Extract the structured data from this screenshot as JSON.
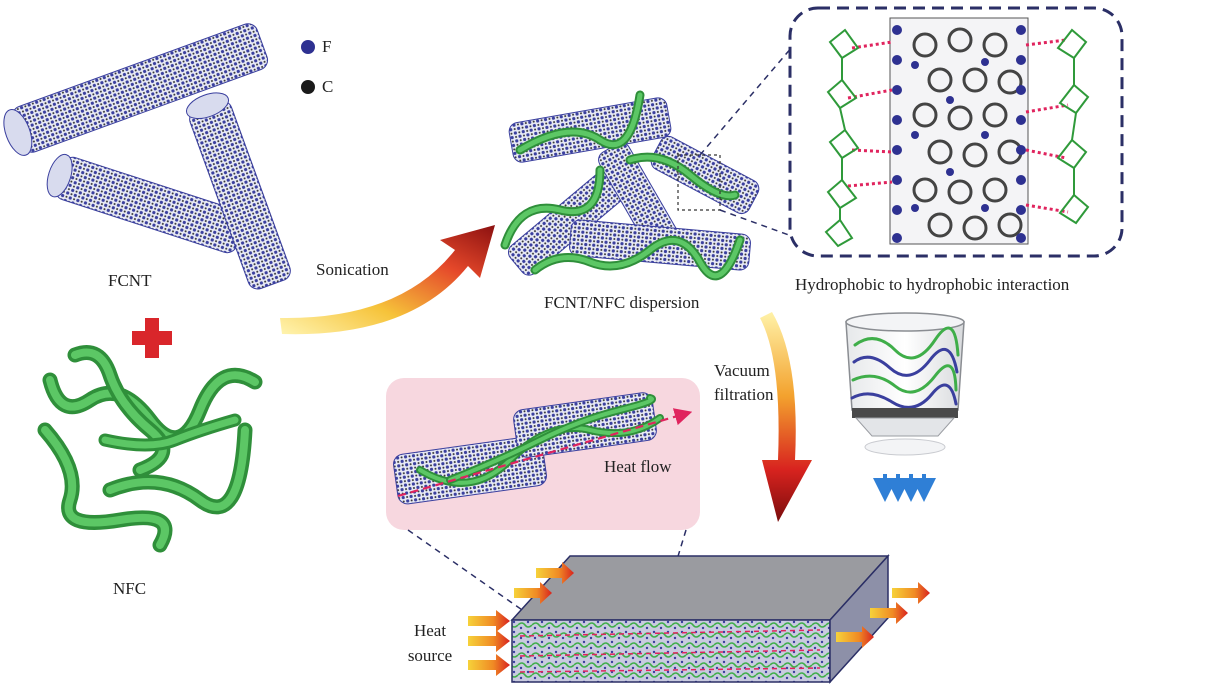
{
  "legend": {
    "f_label": "F",
    "c_label": "C",
    "f_color": "#2e3191",
    "c_color": "#1a1a1a"
  },
  "labels": {
    "fcnt": "FCNT",
    "nfc": "NFC",
    "sonication": "Sonication",
    "dispersion": "FCNT/NFC dispersion",
    "interaction": "Hydrophobic to hydrophobic interaction",
    "vacuum_line1": "Vacuum",
    "vacuum_line2": "filtration",
    "heat_flow": "Heat flow",
    "heat_source_line1": "Heat",
    "heat_source_line2": "source"
  },
  "colors": {
    "nanotube_blue": "#3a3f9e",
    "fiber_green": "#3fae49",
    "plus_red": "#d9262b",
    "inset_pink": "#f7d7df",
    "dashed_navy": "#2b2f66",
    "hbond_red": "#e0245e",
    "arrow_gradient": [
      "#f6d23a",
      "#f08a24",
      "#d8231f",
      "#7a0c0c"
    ]
  }
}
